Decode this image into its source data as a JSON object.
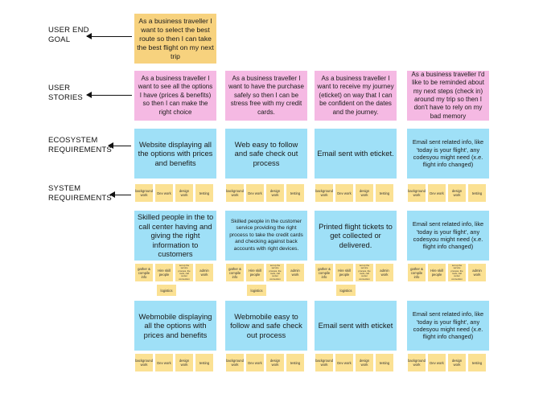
{
  "row_labels": {
    "user_end_goal": "USER END GOAL",
    "user_stories": "USER STORIES",
    "ecosystem_requirements": "ECOSYSTEM REQUIREMENTS",
    "system_requirements": "SYSTEM REQUIREMENTS"
  },
  "user_end_goal": "As a business traveller I want to select the best route so then I can take the best flight on my next trip",
  "user_stories": [
    "As a business traveller I want to see all the options I have (prices & benefits) so then I can make the right choice",
    "As a business traveller I want to have the purchase safely so then I can be stress free with my credit cards.",
    "As a business traveller I want to receive my journey (eticket) on way that I can be confident on the dates and the journey.",
    "As a business traveller I'd like to be reminded about my next steps (check in) around my trip so then I don't have to rely on my bad memory"
  ],
  "ecosystem_row1": [
    "Website displaying all the options with prices and benefits",
    "Web easy to follow and safe check out process",
    "Email sent with eticket.",
    "Email sent related info, like 'today is your flight', any codesyou might need (x.e. flight info changed)"
  ],
  "system_row1": [
    [
      "background work",
      "Dev work",
      "design work",
      "testing"
    ],
    [
      "background work",
      "Dev work",
      "design work",
      "testing"
    ],
    [
      "background work",
      "Dev work",
      "design work",
      "testing"
    ],
    [
      "background work",
      "Dev work",
      "design work",
      "testing"
    ]
  ],
  "ecosystem_row2": [
    "Skilled people in the to call center having and giving the right information to customers",
    "Skilled people in the customer service providing the right process to take the credit cards and checking against back accounts with right devices.",
    "Printed flight tickets to get collected or delivered.",
    "Email sent related info, like 'today is your flight', any codesyou might need (x.e. flight info changed)"
  ],
  "system_row2": [
    [
      "gather & compile info",
      "Hire skill people",
      "set up the service process, the tools, call center connection",
      "admin work"
    ],
    [
      "gather & compile info",
      "Hire skill people",
      "set up the service process, the tools, call center connection",
      "admin work"
    ],
    [
      "gather & compile info",
      "Hire skill people",
      "set up the service process, the tools, call center connection",
      "admin work"
    ],
    [
      "gather & compile info",
      "Hire skill people",
      "set up the service process, the tools, call center connection",
      "admin work"
    ]
  ],
  "system_row2_extra": [
    "logistics",
    "logistics",
    "logistics"
  ],
  "ecosystem_row3": [
    "Webmobile displaying all the options with prices and benefits",
    "Webmobile easy to follow and safe check out process",
    "Email sent with eticket",
    "Email sent related info, like 'today is your flight', any codesyou might need (x.e. flight info changed)"
  ],
  "system_row3": [
    [
      "background work",
      "Dev work",
      "design work",
      "testing"
    ],
    [
      "background work",
      "Dev work",
      "design work",
      "testing"
    ],
    [
      "background work",
      "Dev work",
      "design work",
      "testing"
    ],
    [
      "background work",
      "Dev work",
      "design work",
      "testing"
    ]
  ],
  "colors": {
    "goal": "#f7d27e",
    "story": "#f5b9e3",
    "ecosystem": "#9fe0f7",
    "task": "#fbe193"
  }
}
